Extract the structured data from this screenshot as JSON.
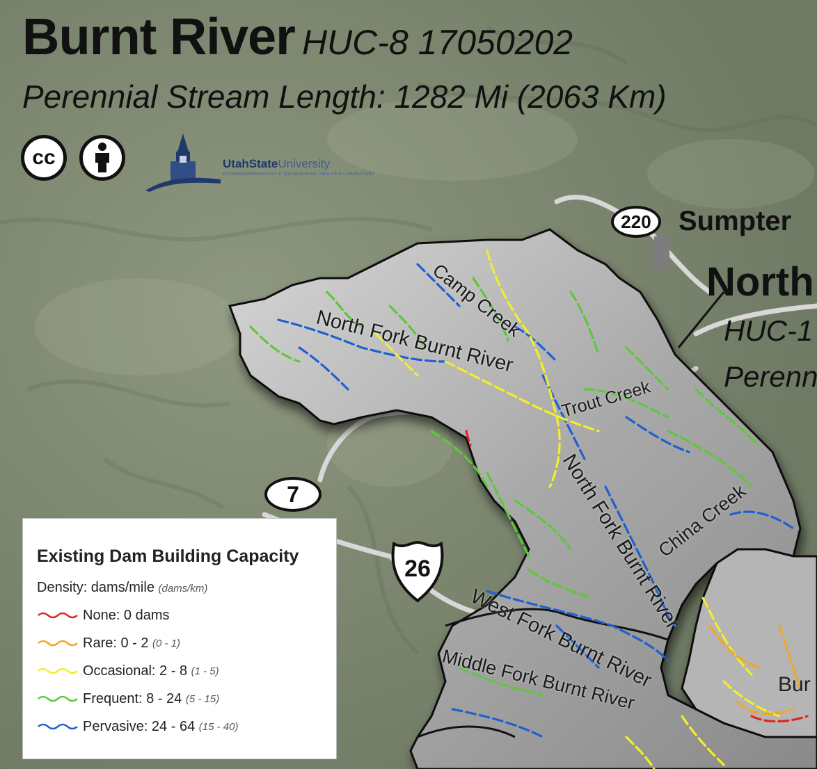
{
  "title": {
    "main": "Burnt River",
    "huc": "HUC-8 17050202",
    "subtitle": "Perennial Stream Length: 1282 Mi (2063 Km)"
  },
  "badges": {
    "cc": "cc"
  },
  "logo": {
    "name_bold": "UtahState",
    "name_light": "University",
    "sub": "ECOGEOMORPHOLOGY & TOPOGRAPHIC ANALYSIS LABORATORY"
  },
  "routes": {
    "r220": "220",
    "r7": "7",
    "us26": "26"
  },
  "places": {
    "sumpter": "Sumpter",
    "north": "North",
    "huc10": "HUC-1",
    "peren2": "Perenn",
    "burnt_edge": "Bur"
  },
  "streams": {
    "camp": "Camp Creek",
    "nfb1": "North Fork Burnt River",
    "trout": "Trout Creek",
    "nfb2": "North Fork Burnt River",
    "china": "China Creek",
    "wfb": "West Fork Burnt River",
    "mfb": "Middle Fork Burnt River"
  },
  "legend": {
    "title": "Existing Dam Building Capacity",
    "density_label": "Density: dams/mile",
    "density_unit": "(dams/km)",
    "items": [
      {
        "label": "None: 0 dams",
        "range_km": "",
        "color": "#e02424"
      },
      {
        "label": "Rare: 0 - 2",
        "range_km": "(0 - 1)",
        "color": "#f2a623"
      },
      {
        "label": "Occasional: 2 - 8",
        "range_km": "(1 - 5)",
        "color": "#f2ee2a"
      },
      {
        "label": "Frequent: 8 - 24",
        "range_km": "(5 - 15)",
        "color": "#5cc83a"
      },
      {
        "label": "Pervasive: 24 - 64",
        "range_km": "(15 - 40)",
        "color": "#1f5fd1"
      }
    ]
  }
}
